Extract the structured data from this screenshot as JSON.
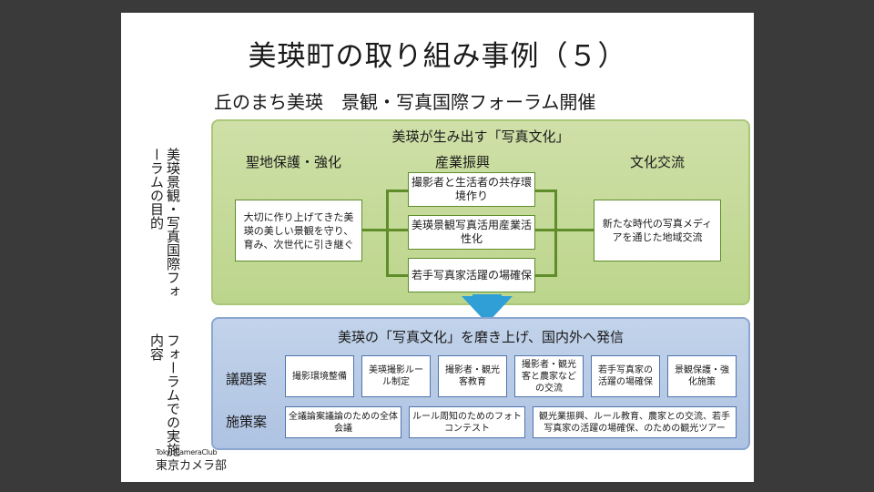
{
  "title": "美瑛町の取り組み事例（５）",
  "subtitle": "丘のまち美瑛　景観・写真国際フォーラム開催",
  "purpose_label": "美瑛景観・写真国際フォーラムの目的",
  "forum_label": "フォーラムでの実施内容",
  "green": {
    "heading": "美瑛が生み出す「写真文化」",
    "columns": [
      "聖地保護・強化",
      "産業振興",
      "文化交流"
    ],
    "left_box": "大切に作り上げてきた美瑛の美しい景観を守り、育み、次世代に引き継ぐ",
    "middle_boxes": [
      "撮影者と生活者の共存環境作り",
      "美瑛景観写真活用産業活性化",
      "若手写真家活躍の場確保"
    ],
    "right_box": "新たな時代の写真メディアを通じた地域交流",
    "colors": {
      "fill": "#c5dc9a",
      "border": "#5e8d2a"
    }
  },
  "blue": {
    "heading": "美瑛の「写真文化」を磨き上げ、国内外へ発信",
    "row1_label": "議題案",
    "row1": [
      "撮影環境整備",
      "美瑛撮影ルール制定",
      "撮影者・観光客教育",
      "撮影者・観光客と農家などの交流",
      "若手写真家の活躍の場確保",
      "景観保護・強化施策"
    ],
    "row2_label": "施策案",
    "row2": [
      "全議論案議論のための全体会議",
      "ルール周知のためのフォトコンテスト",
      "観光業振興、ルール教育、農家との交流、若手写真家の活躍の場確保、のための観光ツアー"
    ],
    "colors": {
      "fill": "#b8cbe6",
      "border": "#4f74ad"
    }
  },
  "arrow_color": "#2f9fd6",
  "logo": {
    "en": "TokyoCameraClub",
    "jp": "東京カメラ部"
  }
}
